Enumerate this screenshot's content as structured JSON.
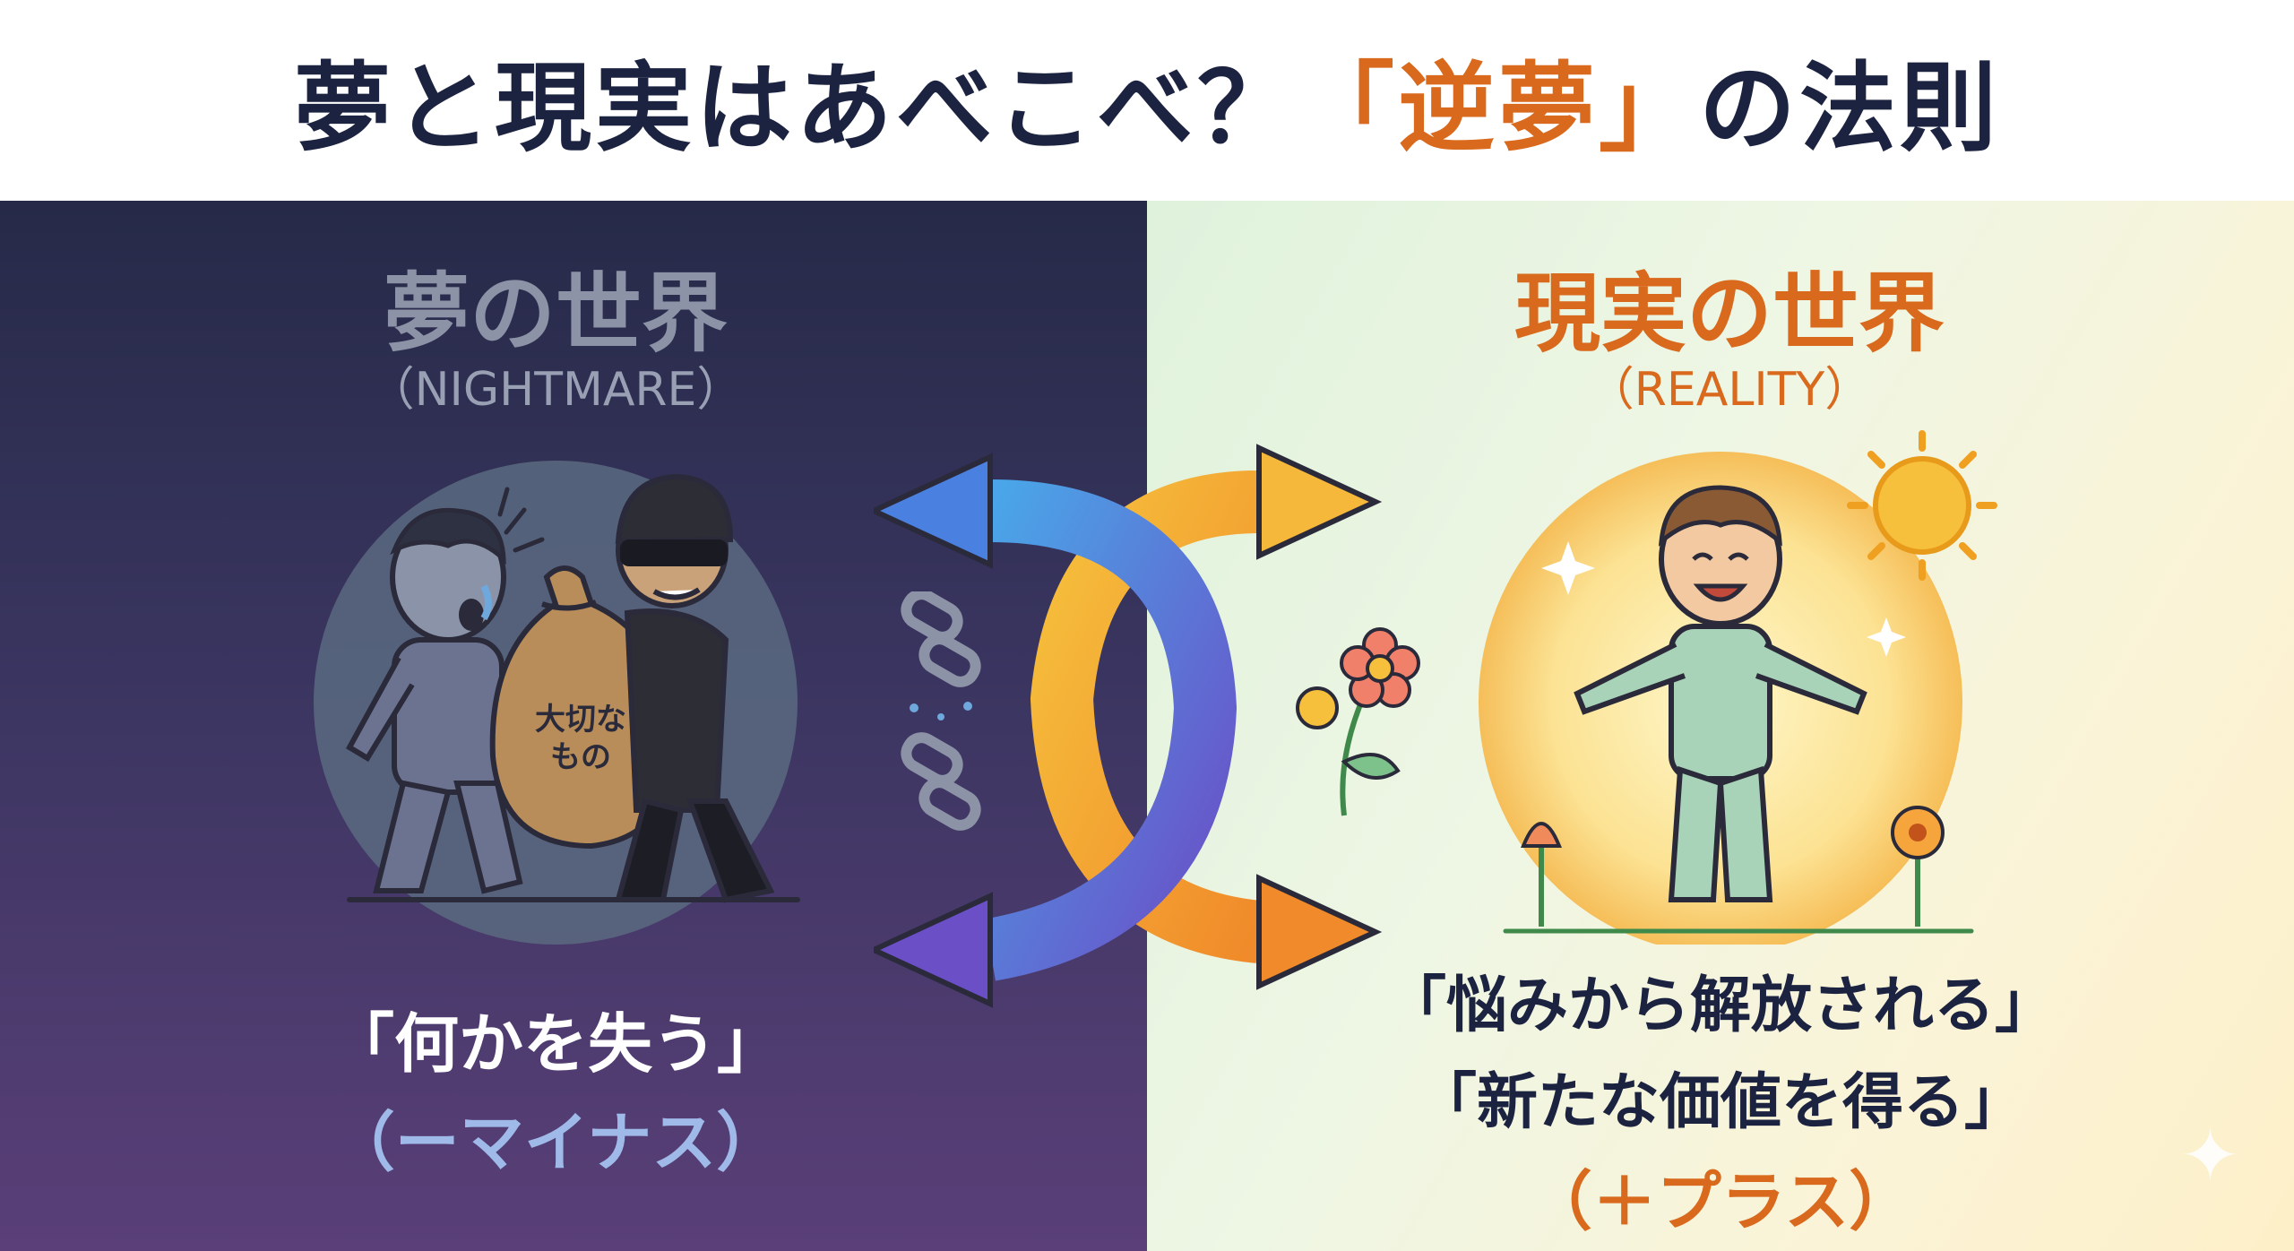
{
  "header": {
    "title_prefix": "夢と現実はあべこべ？",
    "title_highlight": "「逆夢」",
    "title_suffix": "の法則"
  },
  "dream_world": {
    "title": "夢の世界",
    "subtitle": "（NIGHTMARE）",
    "bag_label_line1": "大切な",
    "bag_label_line2": "もの",
    "caption": "「何かを失う」",
    "value": "（ーマイナス）"
  },
  "real_world": {
    "title": "現実の世界",
    "subtitle": "（REALITY）",
    "caption_line1": "「悩みから解放される」",
    "caption_line2": "「新たな価値を得る」",
    "value": "（＋プラス）"
  },
  "colors": {
    "title_dark": "#1c2340",
    "accent_orange": "#d9691c",
    "minus_blue": "#9fb9e8",
    "arrow_blue": "#4a6fd6",
    "arrow_purple": "#6a4fc7",
    "arrow_yellow": "#f6c03c",
    "arrow_orange": "#f08a2a"
  },
  "icons": [
    "sun-icon",
    "flower-icon",
    "broken-chain-icon",
    "swap-arrows-icon",
    "sparkle-icon"
  ]
}
